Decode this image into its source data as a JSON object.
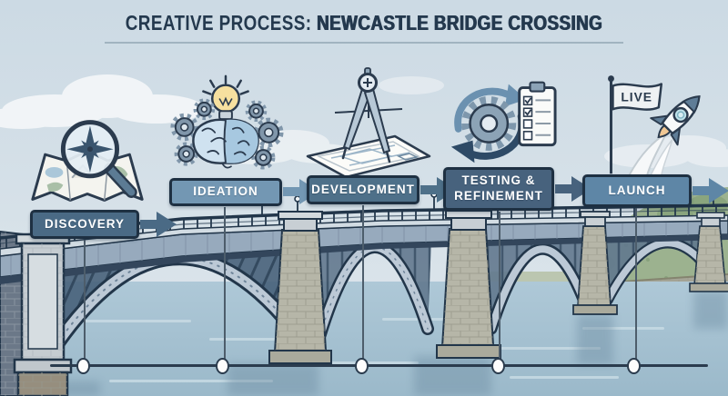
{
  "header": {
    "title_prefix": "CREATIVE PROCESS:",
    "title_main": "NEWCASTLE BRIDGE CROSSING",
    "title_color": "#24394e"
  },
  "stages": [
    {
      "label": "DISCOVERY",
      "color": "#4a6a85",
      "icon": "map-magnifier-icon"
    },
    {
      "label": "IDEATION",
      "color": "#7397b3",
      "icon": "brain-lightbulb-gears-icon"
    },
    {
      "label": "DEVELOPMENT",
      "color": "#4e7089",
      "icon": "drafting-compass-blueprint-icon"
    },
    {
      "label": "TESTING & REFINEMENT",
      "color": "#47627d",
      "icon": "gear-checklist-cycle-icon"
    },
    {
      "label": "LAUNCH",
      "color": "#5e86a6",
      "icon": "rocket-launch-flag-icon",
      "flag_text": "LIVE"
    }
  ],
  "timeline": {
    "milestones": 5,
    "line_color": "#2b3c4e",
    "dot_fill": "#fdfdfd"
  },
  "scene": {
    "subject": "arch bridge over river with green hillside"
  }
}
